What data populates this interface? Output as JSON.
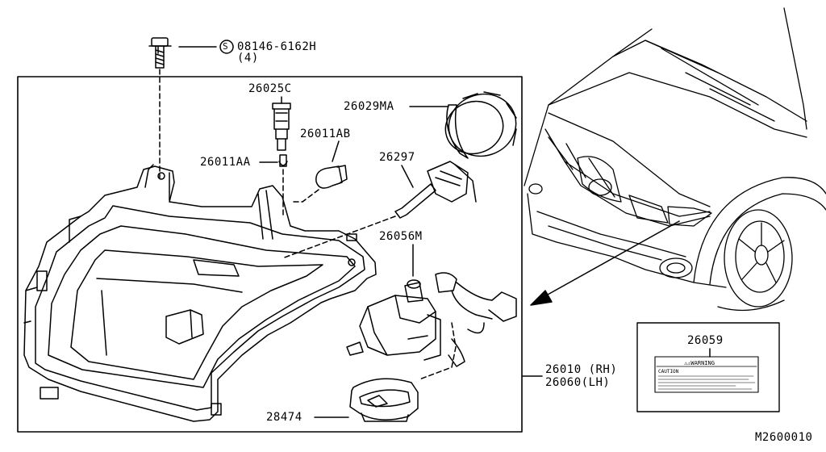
{
  "diagram": {
    "figure_id": "M2600010",
    "parts": {
      "bolt": {
        "code": "08146-6162H",
        "qty": "(4)",
        "symbol": "S"
      },
      "socket": "26025C",
      "bulb_ab": "26011AB",
      "bulb_aa": "26011AA",
      "cap": "26029MA",
      "hid_bulb": "26297",
      "actuator": "26056M",
      "assembly_rh": "26010 (RH)",
      "assembly_lh": "26060(LH)",
      "seal": "28474",
      "label": "26059"
    },
    "caution_label": {
      "warning": "⚠⚠WARNING",
      "caution": "CAUTION"
    }
  }
}
